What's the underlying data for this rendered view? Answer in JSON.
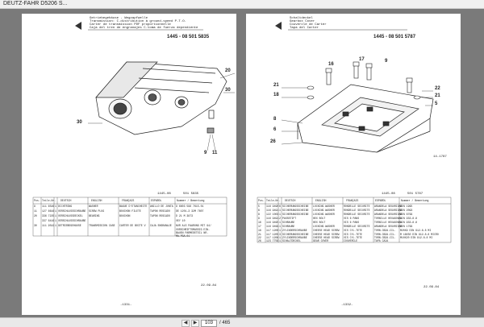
{
  "window": {
    "title": "DEUTZ-FAHR D5206 S..."
  },
  "pager": {
    "current": "103",
    "total": "/ 465",
    "prev_icon": "arrow-left-icon",
    "next_icon": "arrow-right-icon"
  },
  "left_page": {
    "header_lines": [
      "Getriebegehäuse - Wegzapfwelle",
      "Transmission: C.distribution à ground-speed P.T.O.",
      "Carter de transmission PDF proportionnelle",
      "Caja del tren de engranajes C.toma de fuerza dependiente"
    ],
    "part_number": "1445 - 08 501 5835",
    "callouts": [
      "20",
      "30",
      "30",
      "9",
      "11"
    ],
    "small_header": [
      "1445-08",
      "501 5835"
    ],
    "columns": [
      "Pos.",
      "Teile-Nr.",
      "DEUTSCH",
      "ENGLISH",
      "FRANÇAIS",
      "ESPAÑOL",
      "Nummer / Bemerkung"
    ],
    "rows": [
      [
        "9",
        "111 6546",
        "1",
        "DICHTRING",
        "WASHER",
        "BAGUE D'ETANCHEITE",
        "ANILLO DE JUNTA",
        "9 6803 596 7615.01"
      ],
      [
        "11",
        "127 6616",
        "1",
        "VERSCHLUSSSCHRAUBE",
        "SCREW PLUG",
        "BOUCHON FILETE",
        "TAPON ROSCADO",
        "DE 1201-3 32M 7607"
      ],
      [
        "20",
        "336 7225",
        "1",
        "VERSCHLUSSDECKEL",
        "BEARING",
        "BOUCHON",
        "TAPON ROSCADO",
        "D 21 M 3873"
      ],
      [
        "",
        "337 6416",
        "1",
        "VERSCHLUSSSCHRAUBE",
        "",
        "",
        "",
        "VEY 10"
      ],
      [
        "30",
        "111 9542",
        "1",
        "GETRIEBEGEHÄUSE",
        "TRANSMISSION CASE",
        "CARTER DE BOITE V",
        "CAJA ENGRANAJE",
        "NUR ALS PAARUNG MIT 94/"
      ]
    ],
    "footnote": [
      "VORSCHRIFTSMASSIG EIN-",
      "BAUEN PARMEDETEIL NR.",
      "MA.PGA.01"
    ],
    "date": "22.09.84",
    "page_label": "-1331-"
  },
  "right_page": {
    "header_lines": [
      "Schaltdeckel",
      "Gearbox Cover",
      "Couvercle de Carter",
      "Tapa del Carter"
    ],
    "part_number": "1445 - 08 501 5787",
    "callouts": [
      "16",
      "21",
      "18",
      "17",
      "8",
      "6",
      "22",
      "21",
      "5",
      "26",
      "9"
    ],
    "figure_tag": "14-1787",
    "small_header": [
      "1445-08",
      "501 5787"
    ],
    "columns": [
      "Pos.",
      "Teile-Nr.",
      "DEUTSCH",
      "ENGLISH",
      "FRANÇAIS",
      "ESPAÑOL",
      "Nummer / Bemerkung"
    ],
    "rows": [
      [
        "5",
        "116 9490",
        "6",
        "SICHERUNGSSCHEIBE",
        "LOCKING WASHER",
        "RONDELLE SECURITE",
        "ARANDELA SEGURIDAD",
        "DIN 1995"
      ],
      [
        "6",
        "116 9491",
        "1",
        "SICHERUNGSSCHEIBE",
        "LOCKING WASHER",
        "RONDELLE SECURITE",
        "ARANDELA SEGURIDAD",
        "DIN 2093"
      ],
      [
        "8",
        "122 1003",
        "1",
        "SICHERUNGSSCHEIBE",
        "LOCKING WASHER",
        "RONDELLE SECURITE",
        "ARANDELA SEGURIDAD",
        "DIN 6799"
      ],
      [
        "9",
        "116 9491",
        "2",
        "PASSSTIFT",
        "HEX BOLT",
        "VIS 6 PANS",
        "TORNILLO HEXAGONAL",
        "DIN 933-8.8"
      ],
      [
        "16",
        "116 9495",
        "1",
        "SCHRAUBE",
        "HEX BOLT",
        "VIS 6 PANS",
        "TORNILLO HEXAGONAL",
        "DIN 933-8.8"
      ],
      [
        "17",
        "116 9499",
        "1",
        "SCHRAUBE",
        "LOCKING WASHER",
        "RONDELLE SECURITE",
        "ARANDELA SEGURIDAD",
        "DIN 1799"
      ],
      [
        "18",
        "117 1200",
        "1",
        "ZYLINDERSCHRAUBE",
        "CHEESE HEAD SCREW",
        "VIS CYL.TETE",
        "TORN.CBZA.CIL.",
        "M20X9 DIN 912-8.8 MI"
      ],
      [
        "21",
        "117 1205",
        "3",
        "SICHERUNGSSCHEIBE",
        "CHEESE HEAD SCREW",
        "VIS CYL.TETE",
        "TORN.CBZA.CIL.",
        "M 16X50 DIN 912-8.8 MICRO"
      ],
      [
        "22",
        "117 1206",
        "1",
        "ZYLINDERSCHRAUBE",
        "CHEESE HEAD SCREW",
        "VIS CYL.TETE",
        "TORN.CBZA.CIL.",
        "M10X20 DIN 912-8.8 MI"
      ],
      [
        "26",
        "123 7756",
        "1",
        "SCHALTDECKEL",
        "GEAR COVER",
        "COUVERCLE",
        "TAPA CAJA",
        ""
      ]
    ],
    "date": "22.09.84",
    "page_label": "-1332-"
  }
}
